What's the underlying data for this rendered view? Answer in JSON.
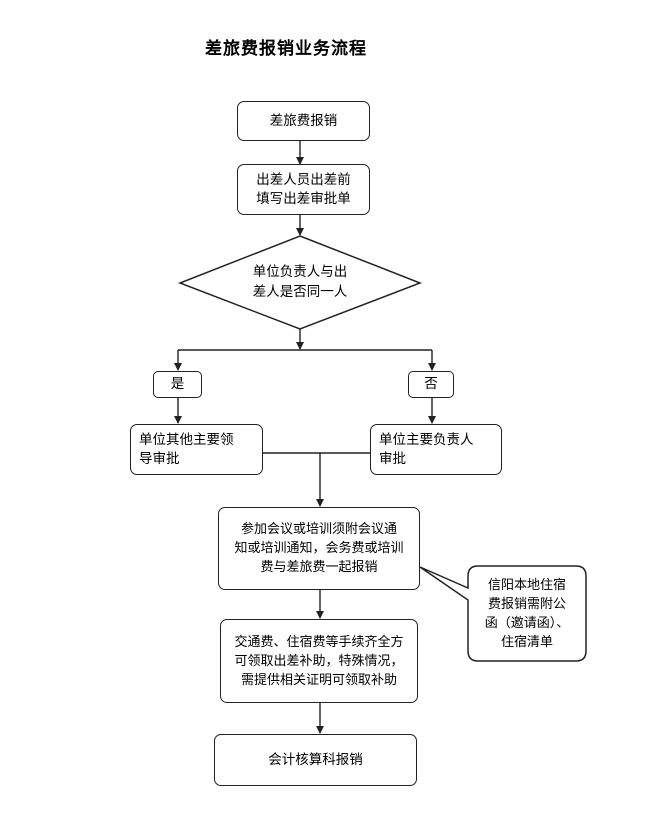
{
  "title": "差旅费报销业务流程",
  "nodes": {
    "start": "差旅费报销",
    "fill_form": "出差人员出差前\n填写出差审批单",
    "decision": "单位负责人与出\n差人是否同一人",
    "yes": "是",
    "no": "否",
    "approve_other": "单位其他主要领\n导审批",
    "approve_main": "单位主要负责人\n审批",
    "meeting": "参加会议或培训须附会议通\n知或培训通知，会务费或培训\n费与差旅费一起报销",
    "transport": "交通费、住宿费等手续齐全方\n可领取出差补助，特殊情况，\n需提供相关证明可领取补助",
    "accounting": "会计核算科报销"
  },
  "note": "信阳本地住宿\n费报销需附公\n函（邀请函）、\n住宿清单"
}
